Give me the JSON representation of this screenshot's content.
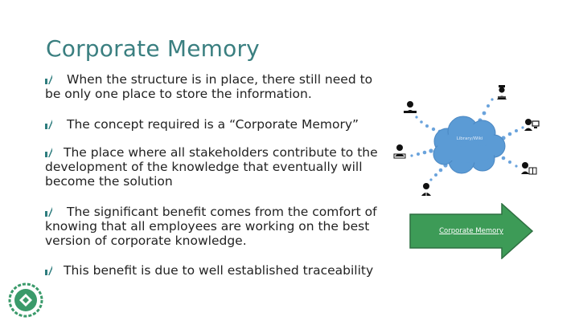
{
  "slide": {
    "title": "Corporate Memory",
    "bullets": [
      "When the structure is in place, there still need to be only one place to store the information.",
      "The concept required is  a “Corporate Memory”",
      "The place where all stakeholders contribute to the development of the knowledge that eventually will become the solution",
      "The significant benefit comes from the comfort of knowing that all employees are working on the best version of corporate knowledge.",
      "This benefit is due to well established traceability"
    ]
  },
  "diagram": {
    "cloud_label": "Library/Wiki",
    "arrow_label": "Corporate Memory",
    "colors": {
      "cloud": "#5b9bd5",
      "dots": "#6aa3dc",
      "arrow_fill": "#3d9b57",
      "arrow_stroke": "#2f7042"
    }
  },
  "colors": {
    "title": "#3a7f80",
    "bullet_mark": "#2e7d7e"
  }
}
